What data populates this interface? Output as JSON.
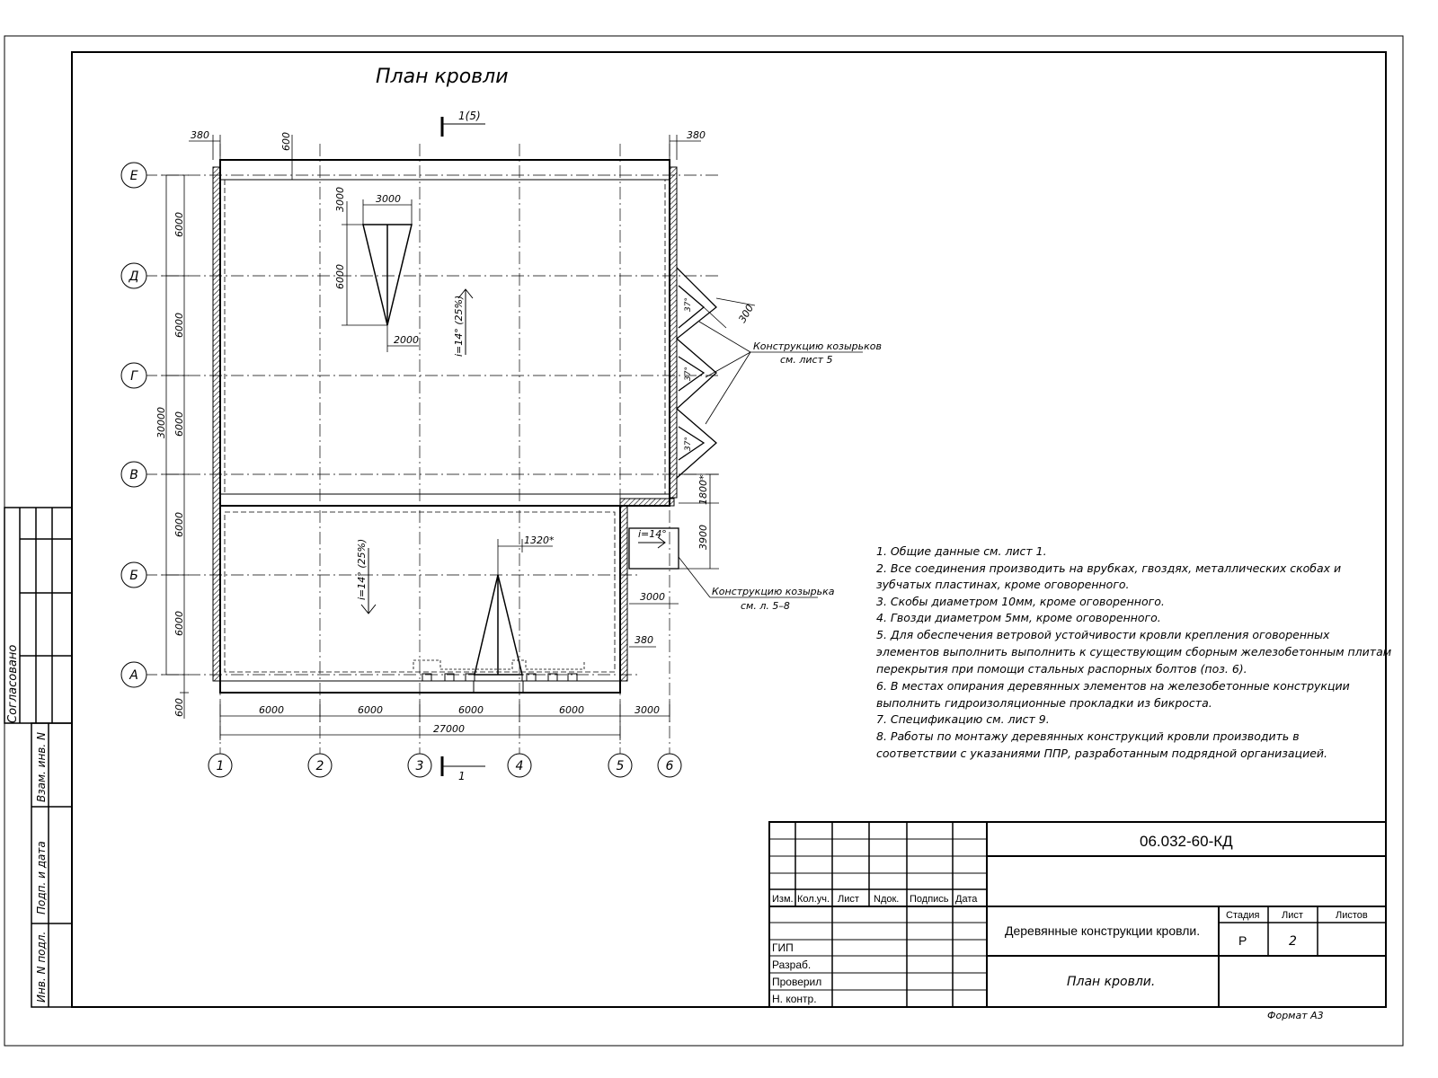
{
  "drawing": {
    "title": "План кровли",
    "section_marks": {
      "top": "1(5)",
      "bottom": "1"
    },
    "axes_rows": [
      "Е",
      "Д",
      "Г",
      "В",
      "Б",
      "А"
    ],
    "axes_cols": [
      "1",
      "2",
      "3",
      "4",
      "5",
      "6"
    ],
    "dims": {
      "top_left": "380",
      "top_600": "600",
      "top_right": "380",
      "row_spans": [
        "6000",
        "6000",
        "6000",
        "6000",
        "6000"
      ],
      "total_height": "30000",
      "bottom_600": "600",
      "col_spans": [
        "6000",
        "6000",
        "6000",
        "6000",
        "3000"
      ],
      "total_width": "27000",
      "vally_3000_w": "3000",
      "vally_3000_h": "3000",
      "vally_6000_h": "6000",
      "vally_2000": "2000",
      "slope_upper": "i=14° (25%)",
      "slope_lower": "i=14° (25%)",
      "slope_annex": "i=14°",
      "peak_1320": "1320*",
      "dim_300": "300",
      "dim_1800": "1800*",
      "dim_3900": "3900",
      "dim_3000_annex": "3000",
      "dim_380_annex": "380",
      "canopy_angle": "37°"
    },
    "callouts": {
      "canopies_line1": "Конструкцию козырьков",
      "canopies_line2": "см. лист 5",
      "canopy_line1": "Конструкцию козырька",
      "canopy_line2": "см. л. 5–8"
    }
  },
  "notes": [
    "1.  Общие данные см. лист 1.",
    "2.  Все соединения производить на врубках, гвоздях, металлических скобах и",
    "зубчатых пластинах, кроме оговоренного.",
    "3.  Скобы диаметром 10мм, кроме оговоренного.",
    "4.  Гвозди диаметром 5мм, кроме оговоренного.",
    "5.  Для обеспечения ветровой устойчивости кровли крепления оговоренных",
    "элементов выполнить выполнить к существующим сборным железобетонным плитам",
    "перекрытия при помощи стальных распорных болтов (поз. 6).",
    "6.  В местах опирания деревянных элементов на железобетонные конструкции",
    "выполнить гидроизоляционные прокладки из бикроста.",
    "7.  Спецификацию см. лист 9.",
    "8.  Работы по монтажу деревянных конструкций кровли производить в",
    "соответствии с указаниями ППР, разработанным подрядной организацией."
  ],
  "side_stamps": {
    "agreed": "Согласовано",
    "vzam": "Взам. инв. N",
    "podp": "Подп. и дата",
    "inv": "Инв. N подл."
  },
  "title_block": {
    "code": "06.032-60-КД",
    "object": "Деревянные конструкции кровли.",
    "sheet_name": "План кровли.",
    "col_headers": [
      "Изм.",
      "Кол.уч.",
      "Лист",
      "Nдок.",
      "Подпись",
      "Дата"
    ],
    "roles": [
      "ГИП",
      "Разраб.",
      "Проверил",
      "Н. контр."
    ],
    "stage_label": "Стадия",
    "sheet_label": "Лист",
    "sheets_label": "Листов",
    "stage": "Р",
    "sheet": "2",
    "sheets": ""
  },
  "format": "Формат А3"
}
